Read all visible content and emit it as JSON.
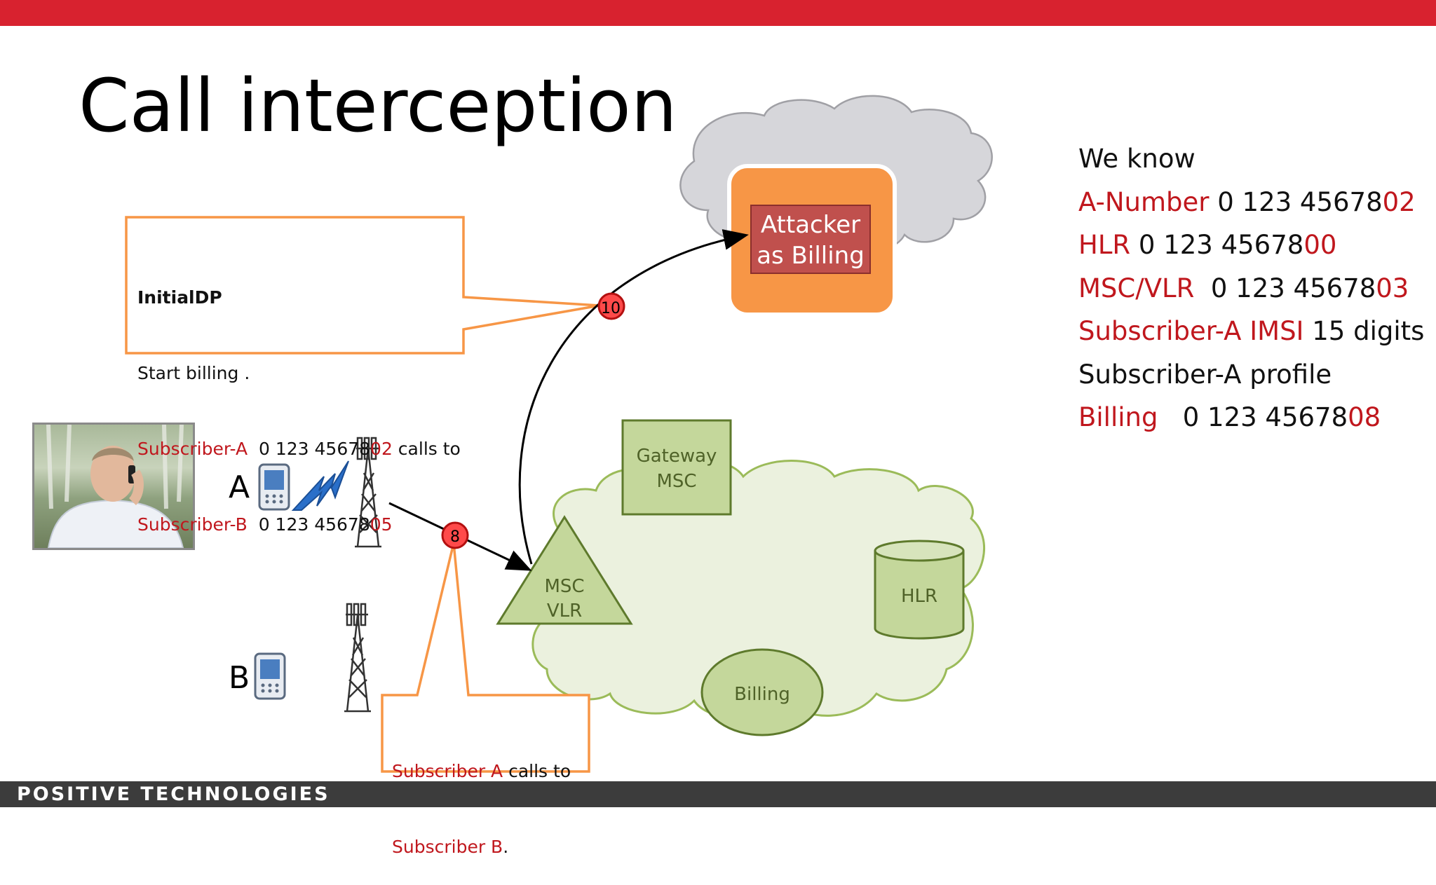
{
  "slide": {
    "title": "Call interception",
    "brand": "POSITIVE TECHNOLOGIES",
    "accent_color": "#d8222f",
    "footer_color": "#3c3c3c",
    "text_red": "#c0171d"
  },
  "diagram": {
    "attacker_line1": "Attacker",
    "attacker_line2": "as Billing",
    "gateway_line1": "Gateway",
    "gateway_line2": "MSC",
    "msc_line1": "MSC",
    "msc_line2": "VLR",
    "hlr": "HLR",
    "billing": "Billing",
    "label_a": "A",
    "label_b": "B",
    "step_10": "10",
    "step_8": "8"
  },
  "callout_initialdp": {
    "title": "InitialDP",
    "line2": "Start billing .",
    "subA_label": "Subscriber-A",
    "subA_number_prefix": "  0 123 45678",
    "subA_number_suffix": "02",
    "subA_tail": " calls to",
    "subB_label": "Subscriber-B",
    "subB_number_prefix": "  0 123 45678",
    "subB_number_suffix": "05"
  },
  "callout_call": {
    "subA": "Subscriber A",
    "calls_to": " calls to",
    "subB": "Subscriber B",
    "period": "."
  },
  "facts": {
    "heading": "We know",
    "rows": [
      {
        "label": "A-Number",
        "prefix": " 0 123 45678",
        "suffix": "02"
      },
      {
        "label": "HLR",
        "prefix": " 0 123 45678",
        "suffix": "00"
      },
      {
        "label": "MSC/VLR",
        "prefix": "  0 123 45678",
        "suffix": "03"
      },
      {
        "label": "Subscriber-A IMSI",
        "prefix": " 15 digits",
        "suffix": ""
      }
    ],
    "profile": "Subscriber-A profile",
    "billing_label": "Billing",
    "billing_prefix": "   0 123 45678",
    "billing_suffix": "08"
  },
  "icons": {
    "phone_a": "mobile-phone-icon",
    "phone_b": "mobile-phone-icon",
    "lightning": "radio-signal-lightning-icon",
    "tower_a": "cell-tower-icon",
    "tower_b": "cell-tower-icon",
    "photo": "person-on-phone-photo"
  }
}
